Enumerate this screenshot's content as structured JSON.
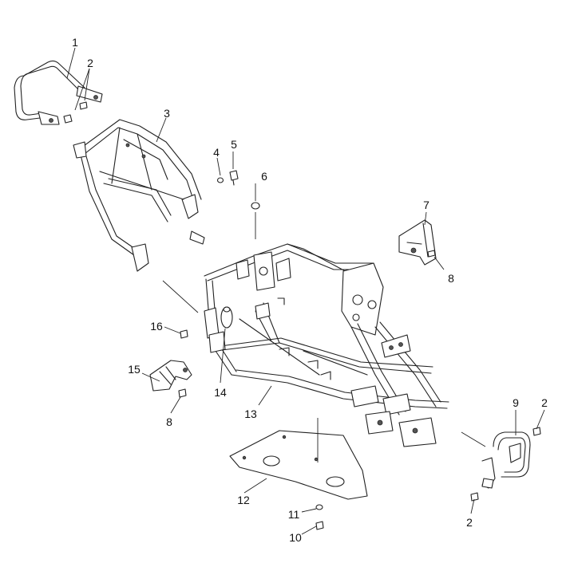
{
  "callouts": [
    {
      "id": "c1",
      "label": "1"
    },
    {
      "id": "c2a",
      "label": "2"
    },
    {
      "id": "c3",
      "label": "3"
    },
    {
      "id": "c4",
      "label": "4"
    },
    {
      "id": "c5",
      "label": "5"
    },
    {
      "id": "c6",
      "label": "6"
    },
    {
      "id": "c7",
      "label": "7"
    },
    {
      "id": "c8a",
      "label": "8"
    },
    {
      "id": "c16",
      "label": "16"
    },
    {
      "id": "c15",
      "label": "15"
    },
    {
      "id": "c14",
      "label": "14"
    },
    {
      "id": "c8b",
      "label": "8"
    },
    {
      "id": "c13",
      "label": "13"
    },
    {
      "id": "c9",
      "label": "9"
    },
    {
      "id": "c2b",
      "label": "2"
    },
    {
      "id": "c2c",
      "label": "2"
    },
    {
      "id": "c12",
      "label": "12"
    },
    {
      "id": "c11",
      "label": "11"
    },
    {
      "id": "c10",
      "label": "10"
    }
  ],
  "colors": {
    "line": "#222222",
    "background": "#ffffff",
    "shade": "#9a9a9a"
  }
}
